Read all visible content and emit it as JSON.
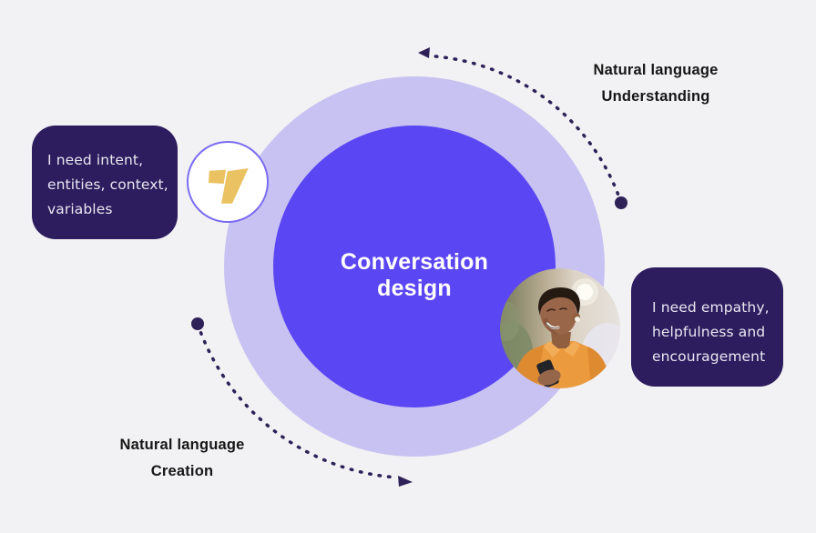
{
  "colors": {
    "background": "#f2f1f3",
    "outer_ring": "#c8c2f2",
    "inner_circle": "#5a46f3",
    "callout_bg": "#2d1c5e",
    "callout_text": "#eae7f2",
    "arc_dots": "#2d2158",
    "label_text": "#161616",
    "logo_ring": "#7b6cf2",
    "logo_yellow": "#ebc262"
  },
  "center_circle": {
    "title_line1": "Conversation",
    "title_line2": "design"
  },
  "arc_labels": {
    "top_right_line1": "Natural language",
    "top_right_line2": "Understanding",
    "bottom_left_line1": "Natural language",
    "bottom_left_line2": "Creation"
  },
  "callouts": {
    "left": {
      "line1": "I need intent,",
      "line2": "entities, context,",
      "line3": "variables"
    },
    "right": {
      "line1": "I need empathy,",
      "line2": "helpfulness and",
      "line3": "encouragement"
    }
  },
  "icons": {
    "logo": "yellow-ai-logo",
    "photo": "smiling-man-with-phone-photo",
    "top_arrow": "dotted-arc-arrow-left",
    "bottom_arrow": "dotted-arc-arrow-right"
  }
}
